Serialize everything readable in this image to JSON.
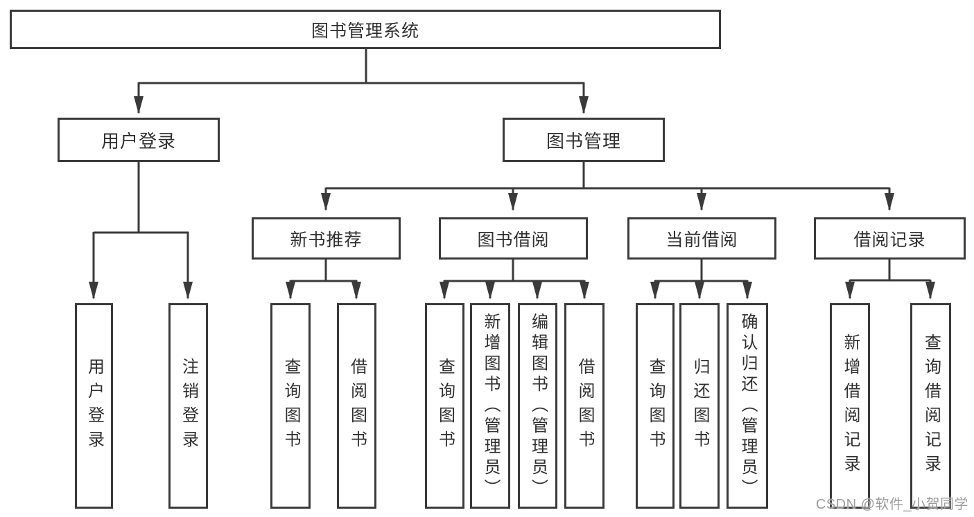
{
  "tree": {
    "root": {
      "label": "图书管理系统",
      "children": [
        {
          "label": "用户登录",
          "children": [
            {
              "label": "用户登录"
            },
            {
              "label": "注销登录"
            }
          ]
        },
        {
          "label": "图书管理",
          "children": [
            {
              "label": "新书推荐",
              "children": [
                {
                  "label": "查询图书"
                },
                {
                  "label": "借阅图书"
                }
              ]
            },
            {
              "label": "图书借阅",
              "children": [
                {
                  "label": "查询图书"
                },
                {
                  "label": "新增图书（管理员）"
                },
                {
                  "label": "编辑图书（管理员）"
                },
                {
                  "label": "借阅图书"
                }
              ]
            },
            {
              "label": "当前借阅",
              "children": [
                {
                  "label": "查询图书"
                },
                {
                  "label": "归还图书"
                },
                {
                  "label": "确认归还（管理员）"
                }
              ]
            },
            {
              "label": "借阅记录",
              "children": [
                {
                  "label": "新增借阅记录"
                },
                {
                  "label": "查询借阅记录"
                }
              ]
            }
          ]
        }
      ]
    }
  },
  "watermark": {
    "text": "CSDN @软件_小贺同学",
    "color": "#9d9d9d"
  },
  "colors": {
    "line": "#3a3a3a",
    "text": "#2f2f2f",
    "background": "#ffffff"
  }
}
